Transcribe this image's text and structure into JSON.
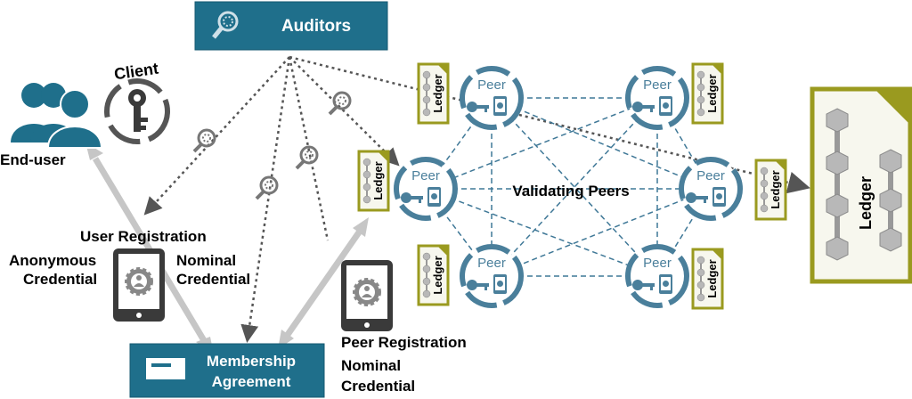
{
  "auditors": {
    "label": "Auditors"
  },
  "client": {
    "label": "Client"
  },
  "end_user": {
    "label": "End-user"
  },
  "user_registration": {
    "title": "User Registration",
    "anonymous_l1": "Anonymous",
    "anonymous_l2": "Credential",
    "nominal_l1": "Nominal",
    "nominal_l2": "Credential"
  },
  "membership": {
    "l1": "Membership",
    "l2": "Agreement"
  },
  "peer_registration": {
    "title": "Peer Registration",
    "l1": "Nominal",
    "l2": "Credential"
  },
  "peer_label": "Peer",
  "ledger_label": "Ledger",
  "validating_peers": "Validating Peers",
  "big_ledger_label": "Ledger",
  "colors": {
    "teal": "#1f6f8b",
    "peer_ring": "#4a7f9b",
    "ledger_border": "#9a9a1f",
    "arrow_gray": "#c8c8c8",
    "dotted": "#555555"
  }
}
